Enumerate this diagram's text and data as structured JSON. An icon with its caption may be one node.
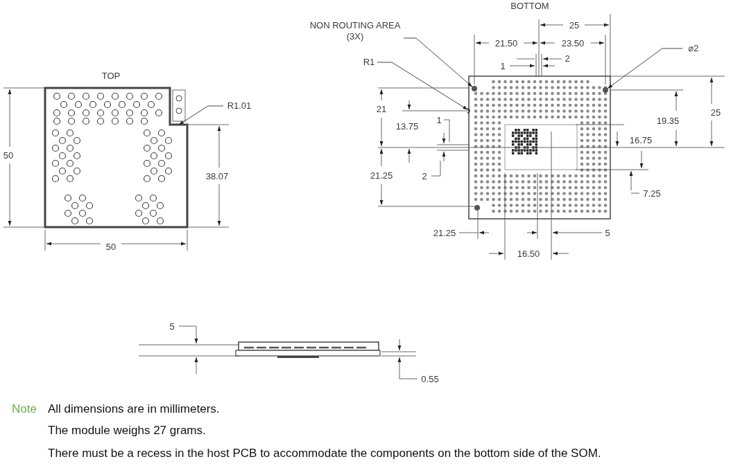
{
  "diagram": {
    "nodes": [
      {
        "text": [
          "NON ROUTING AREA (3X)"
        ]
      },
      {
        "text": [
          "R1"
        ]
      },
      {
        "text": [
          "⌀2"
        ]
      },
      {
        "text": [
          "R1.01"
        ]
      },
      {
        "text": [],
        "shape": "circle"
      },
      {
        "text": [],
        "shape": "arc"
      },
      {
        "text": [],
        "shape": "circle"
      }
    ],
    "edges": [
      {
        "from": 0,
        "to": 4,
        "arrow": "to"
      },
      {
        "from": 1,
        "to": 5,
        "arrow": "to"
      },
      {
        "from": 2,
        "to": 6,
        "arrow": "to"
      },
      {
        "from": 3,
        "to": null,
        "arrow": "to"
      }
    ],
    "labels": [
      "BOTTOM",
      "25",
      "21.50",
      "23.50",
      "2",
      "1",
      "TOP",
      "21",
      "25",
      "13.75",
      "1",
      "19.35",
      "16.75",
      "50",
      "38.07",
      "21.25",
      "2",
      "7.25",
      "21.25",
      "5",
      "16.50",
      "50",
      "5",
      "0.55",
      "Note",
      "All dimensions are in millimeters.",
      "The module weighs 27 grams.",
      "There must be a recess in the host PCB to accommodate the components on the bottom side of the SOM."
    ]
  }
}
